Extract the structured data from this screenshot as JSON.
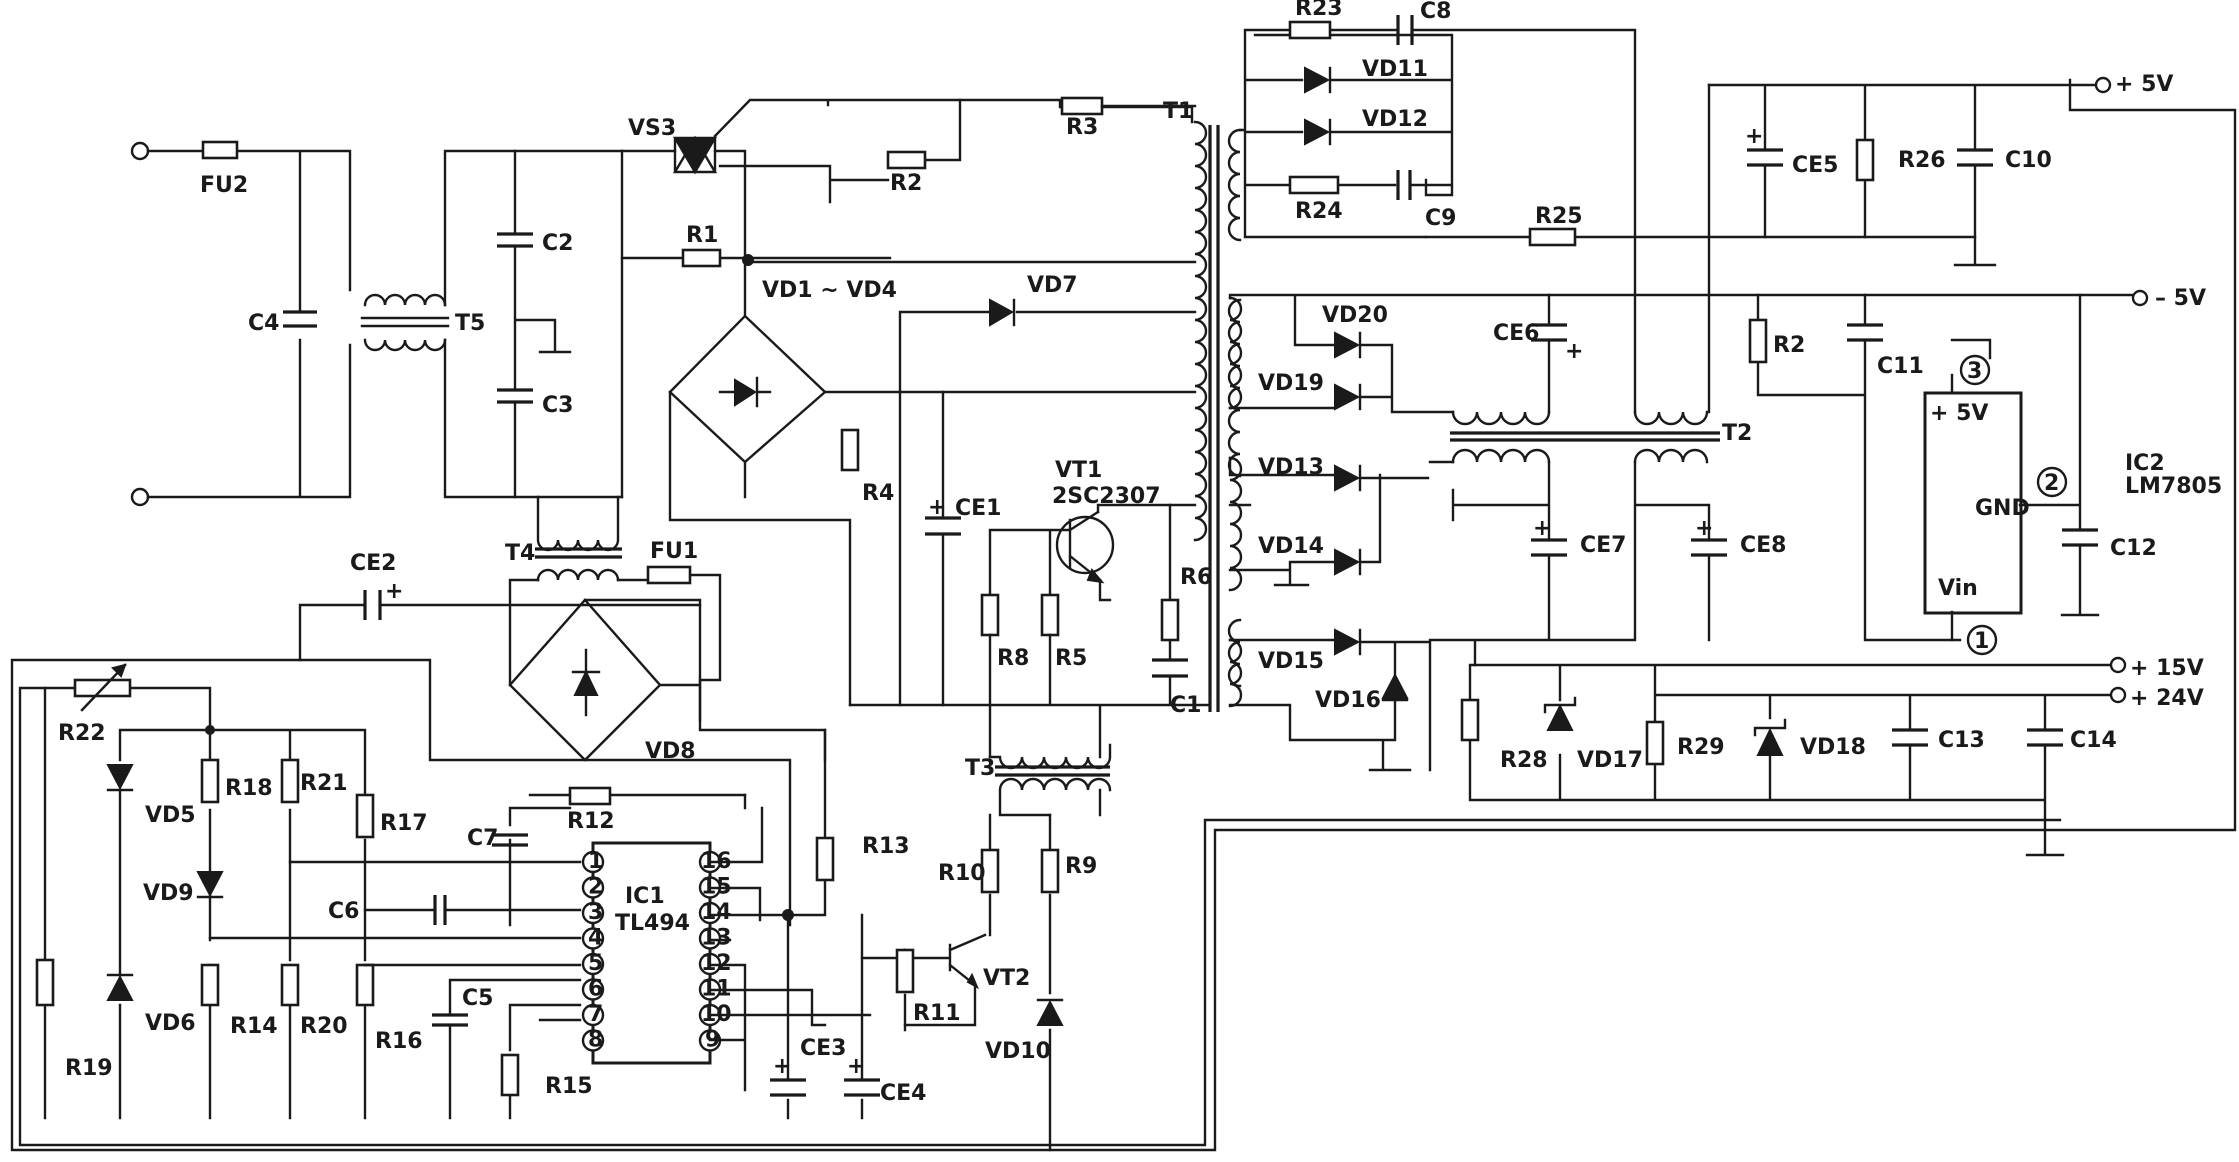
{
  "labels": {
    "FU2": "FU2",
    "FU1": "FU1",
    "C4": "C4",
    "T5": "T5",
    "C2": "C2",
    "C3": "C3",
    "VS3": "VS3",
    "R1": "R1",
    "R2": "R2",
    "R3": "R3",
    "T1": "T1",
    "VD1_VD4": "VD1 ~ VD4",
    "VD7": "VD7",
    "R4": "R4",
    "CE1": "CE1",
    "VT1": "VT1",
    "VT1_part": "2SC2307",
    "R6": "R6",
    "C1": "C1",
    "R8": "R8",
    "R5": "R5",
    "T4": "T4",
    "CE2": "CE2",
    "VD8": "VD8",
    "R22": "R22",
    "R18": "R18",
    "R21": "R21",
    "R17": "R17",
    "VD5": "VD5",
    "VD9": "VD9",
    "VD6": "VD6",
    "R19": "R19",
    "R14": "R14",
    "R20": "R20",
    "R16": "R16",
    "C5": "C5",
    "C6": "C6",
    "C7": "C7",
    "R12": "R12",
    "IC1": "IC1",
    "IC1_part": "TL494",
    "R15": "R15",
    "R13": "R13",
    "CE3": "CE3",
    "CE4": "CE4",
    "T3": "T3",
    "R10": "R10",
    "R9": "R9",
    "R11": "R11",
    "VT2": "VT2",
    "VD10": "VD10",
    "R23": "R23",
    "C8": "C8",
    "VD11": "VD11",
    "VD12": "VD12",
    "R24": "R24",
    "C9": "C9",
    "R25": "R25",
    "VD20": "VD20",
    "VD19": "VD19",
    "VD13": "VD13",
    "VD14": "VD14",
    "VD15": "VD15",
    "VD16": "VD16",
    "CE6": "CE6",
    "CE7": "CE7",
    "CE8": "CE8",
    "T2": "T2",
    "R28": "R28",
    "VD17": "VD17",
    "R29": "R29",
    "VD18": "VD18",
    "C13": "C13",
    "C14": "C14",
    "CE5": "CE5",
    "R26": "R26",
    "C10": "C10",
    "R2b": "R2",
    "C11": "C11",
    "C12": "C12",
    "IC2": "IC2",
    "IC2_part": "LM7805"
  },
  "ic1_pins": [
    "1",
    "2",
    "3",
    "4",
    "5",
    "6",
    "7",
    "8",
    "16",
    "15",
    "14",
    "13",
    "12",
    "11",
    "10",
    "9"
  ],
  "ic2": {
    "pin_in": "1",
    "pin_gnd": "2",
    "pin_out": "3",
    "label_out": "+ 5V",
    "label_gnd": "GND",
    "label_in": "Vin"
  },
  "outputs": {
    "p5v": "+ 5V",
    "n5v": "– 5V",
    "p15v": "+ 15V",
    "p24v": "+ 24V"
  },
  "plus_sign": "+"
}
